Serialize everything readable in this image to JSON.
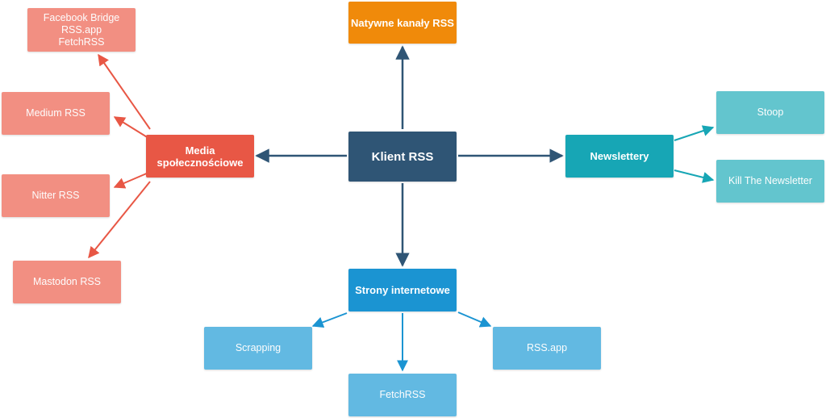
{
  "colors": {
    "center": "#2f5575",
    "native": "#f08a0a",
    "social": "#e85745",
    "social_child": "#f28f82",
    "newsletter": "#17a6b5",
    "newsletter_child": "#63c5ce",
    "web": "#1b94d2",
    "web_child": "#62b9e2"
  },
  "nodes": {
    "center": "Klient RSS",
    "native": "Natywne kanały RSS",
    "social": [
      "Media",
      "społecznościowe"
    ],
    "newsletter": "Newslettery",
    "web": "Strony internetowe",
    "social_children": {
      "bridges": [
        "Facebook Bridge",
        "RSS.app",
        "FetchRSS"
      ],
      "medium": "Medium RSS",
      "nitter": "Nitter RSS",
      "mastodon": "Mastodon RSS"
    },
    "newsletter_children": {
      "stoop": "Stoop",
      "kill": "Kill The Newsletter"
    },
    "web_children": {
      "scrapping": "Scrapping",
      "fetchrss": "FetchRSS",
      "rssapp": "RSS.app"
    }
  }
}
